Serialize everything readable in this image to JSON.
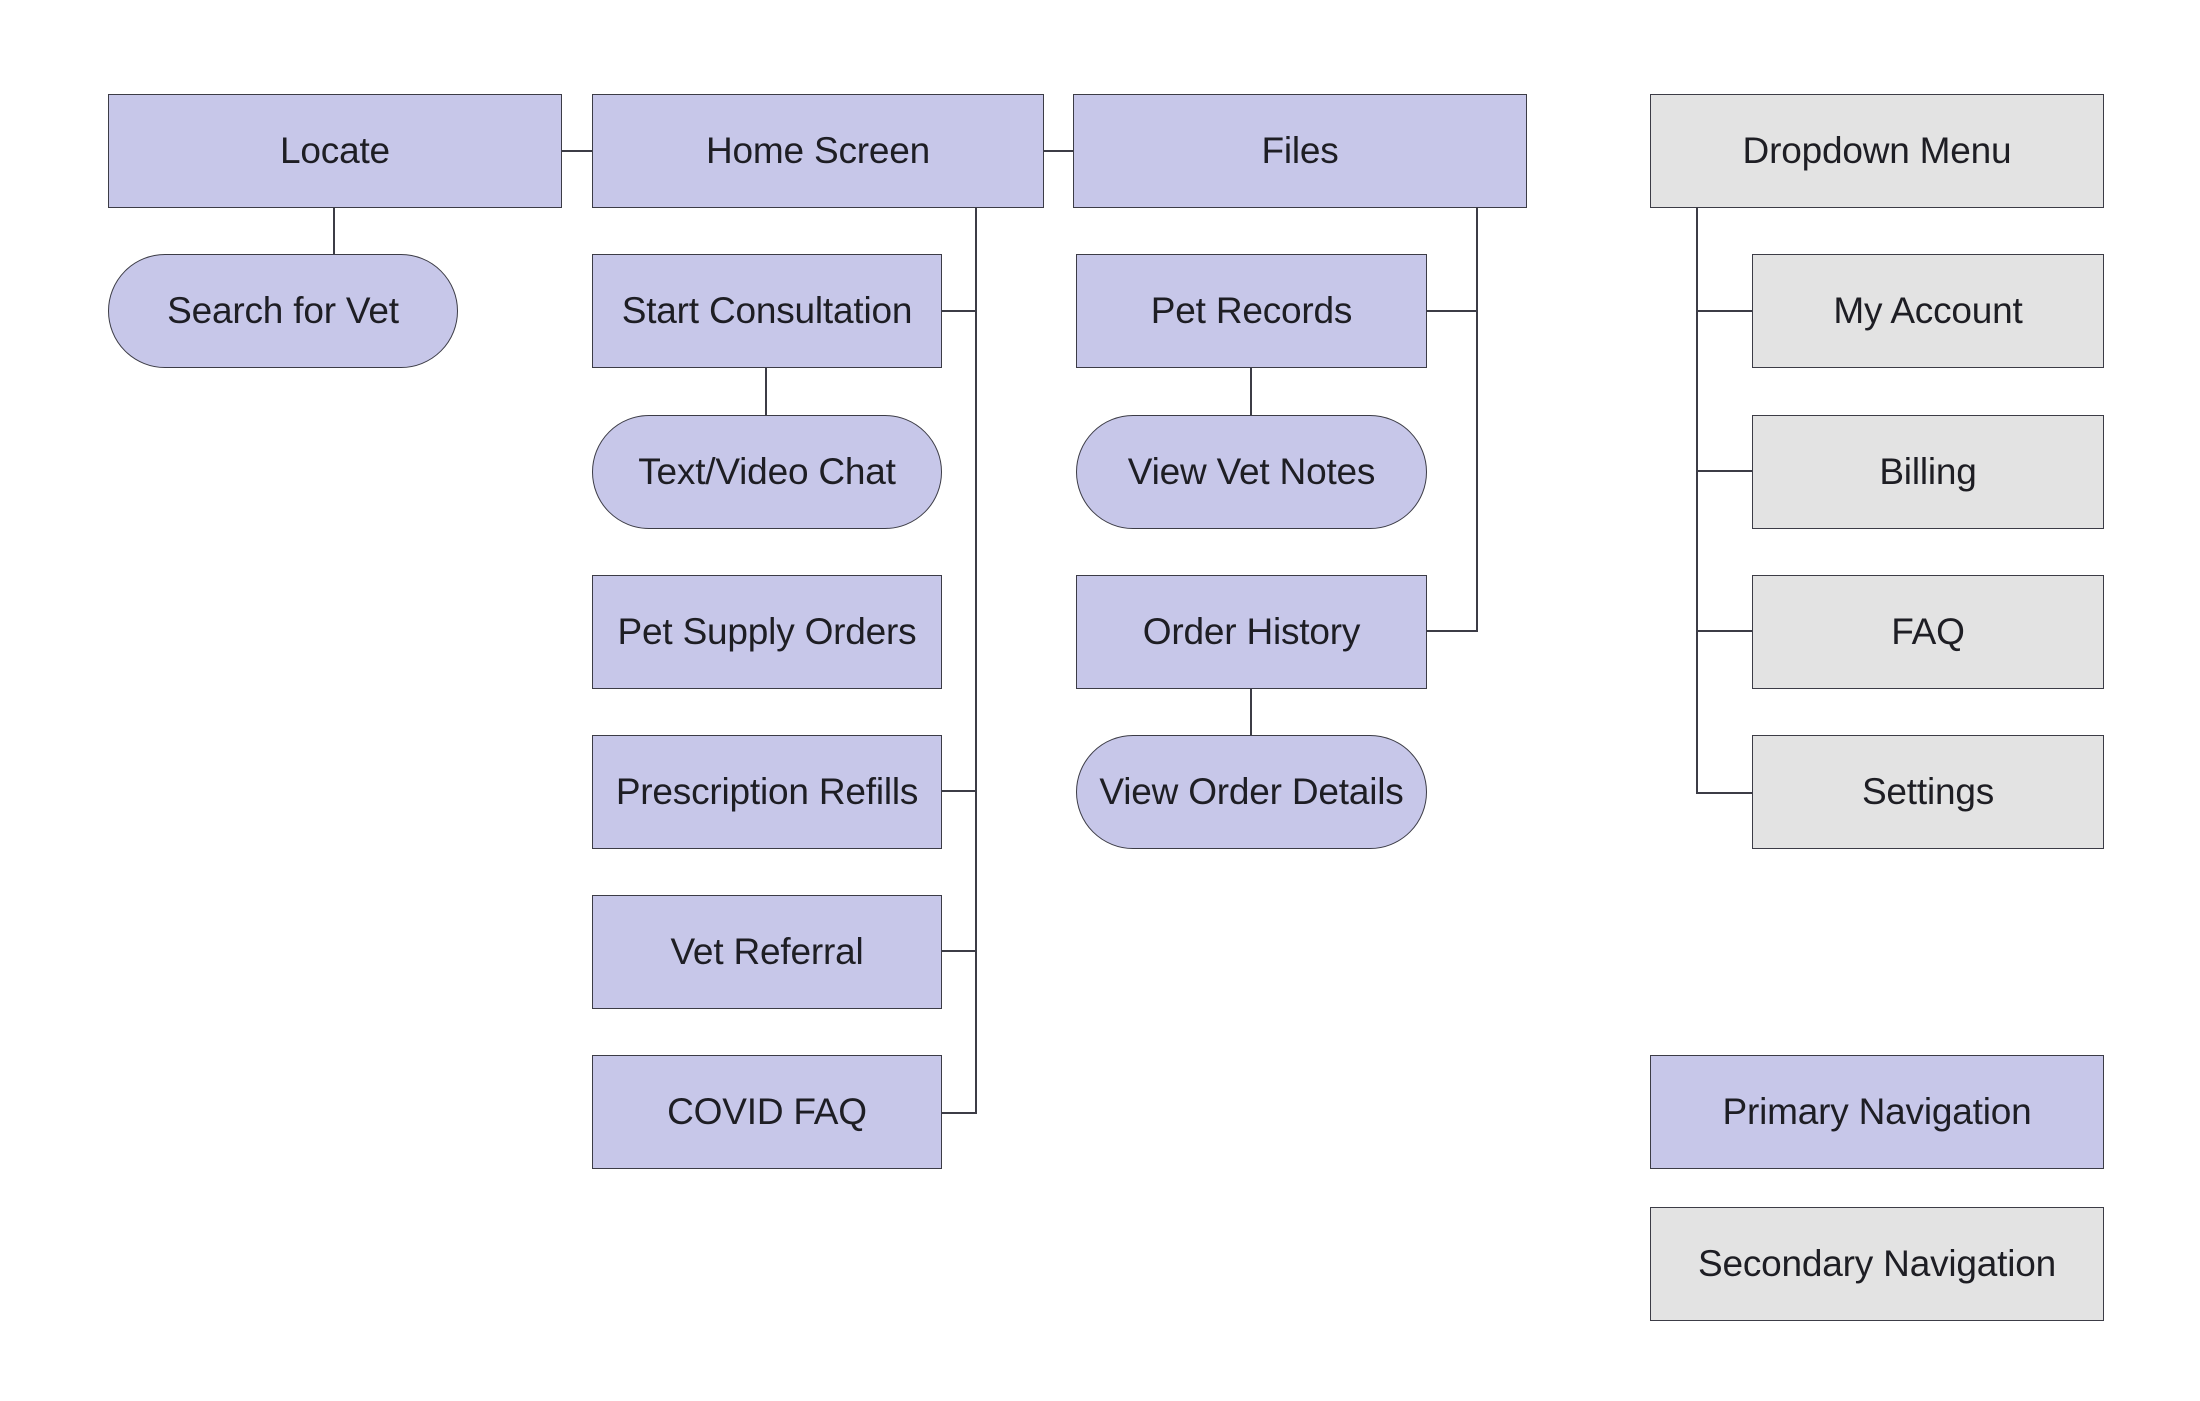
{
  "nodes": {
    "locate": "Locate",
    "search_for_vet": "Search for Vet",
    "home_screen": "Home Screen",
    "start_consultation": "Start Consultation",
    "text_video_chat": "Text/Video Chat",
    "pet_supply_orders": "Pet Supply Orders",
    "prescription_refills": "Prescription Refills",
    "vet_referral": "Vet Referral",
    "covid_faq": "COVID FAQ",
    "files": "Files",
    "pet_records": "Pet Records",
    "view_vet_notes": "View Vet Notes",
    "order_history": "Order History",
    "view_order_details": "View Order Details",
    "dropdown_menu": "Dropdown Menu",
    "my_account": "My Account",
    "billing": "Billing",
    "faq": "FAQ",
    "settings": "Settings"
  },
  "legend": {
    "primary": "Primary Navigation",
    "secondary": "Secondary Navigation"
  },
  "colors": {
    "primary_fill": "#c7c7e9",
    "secondary_fill": "#e3e3e3",
    "line": "#3c3c46"
  }
}
